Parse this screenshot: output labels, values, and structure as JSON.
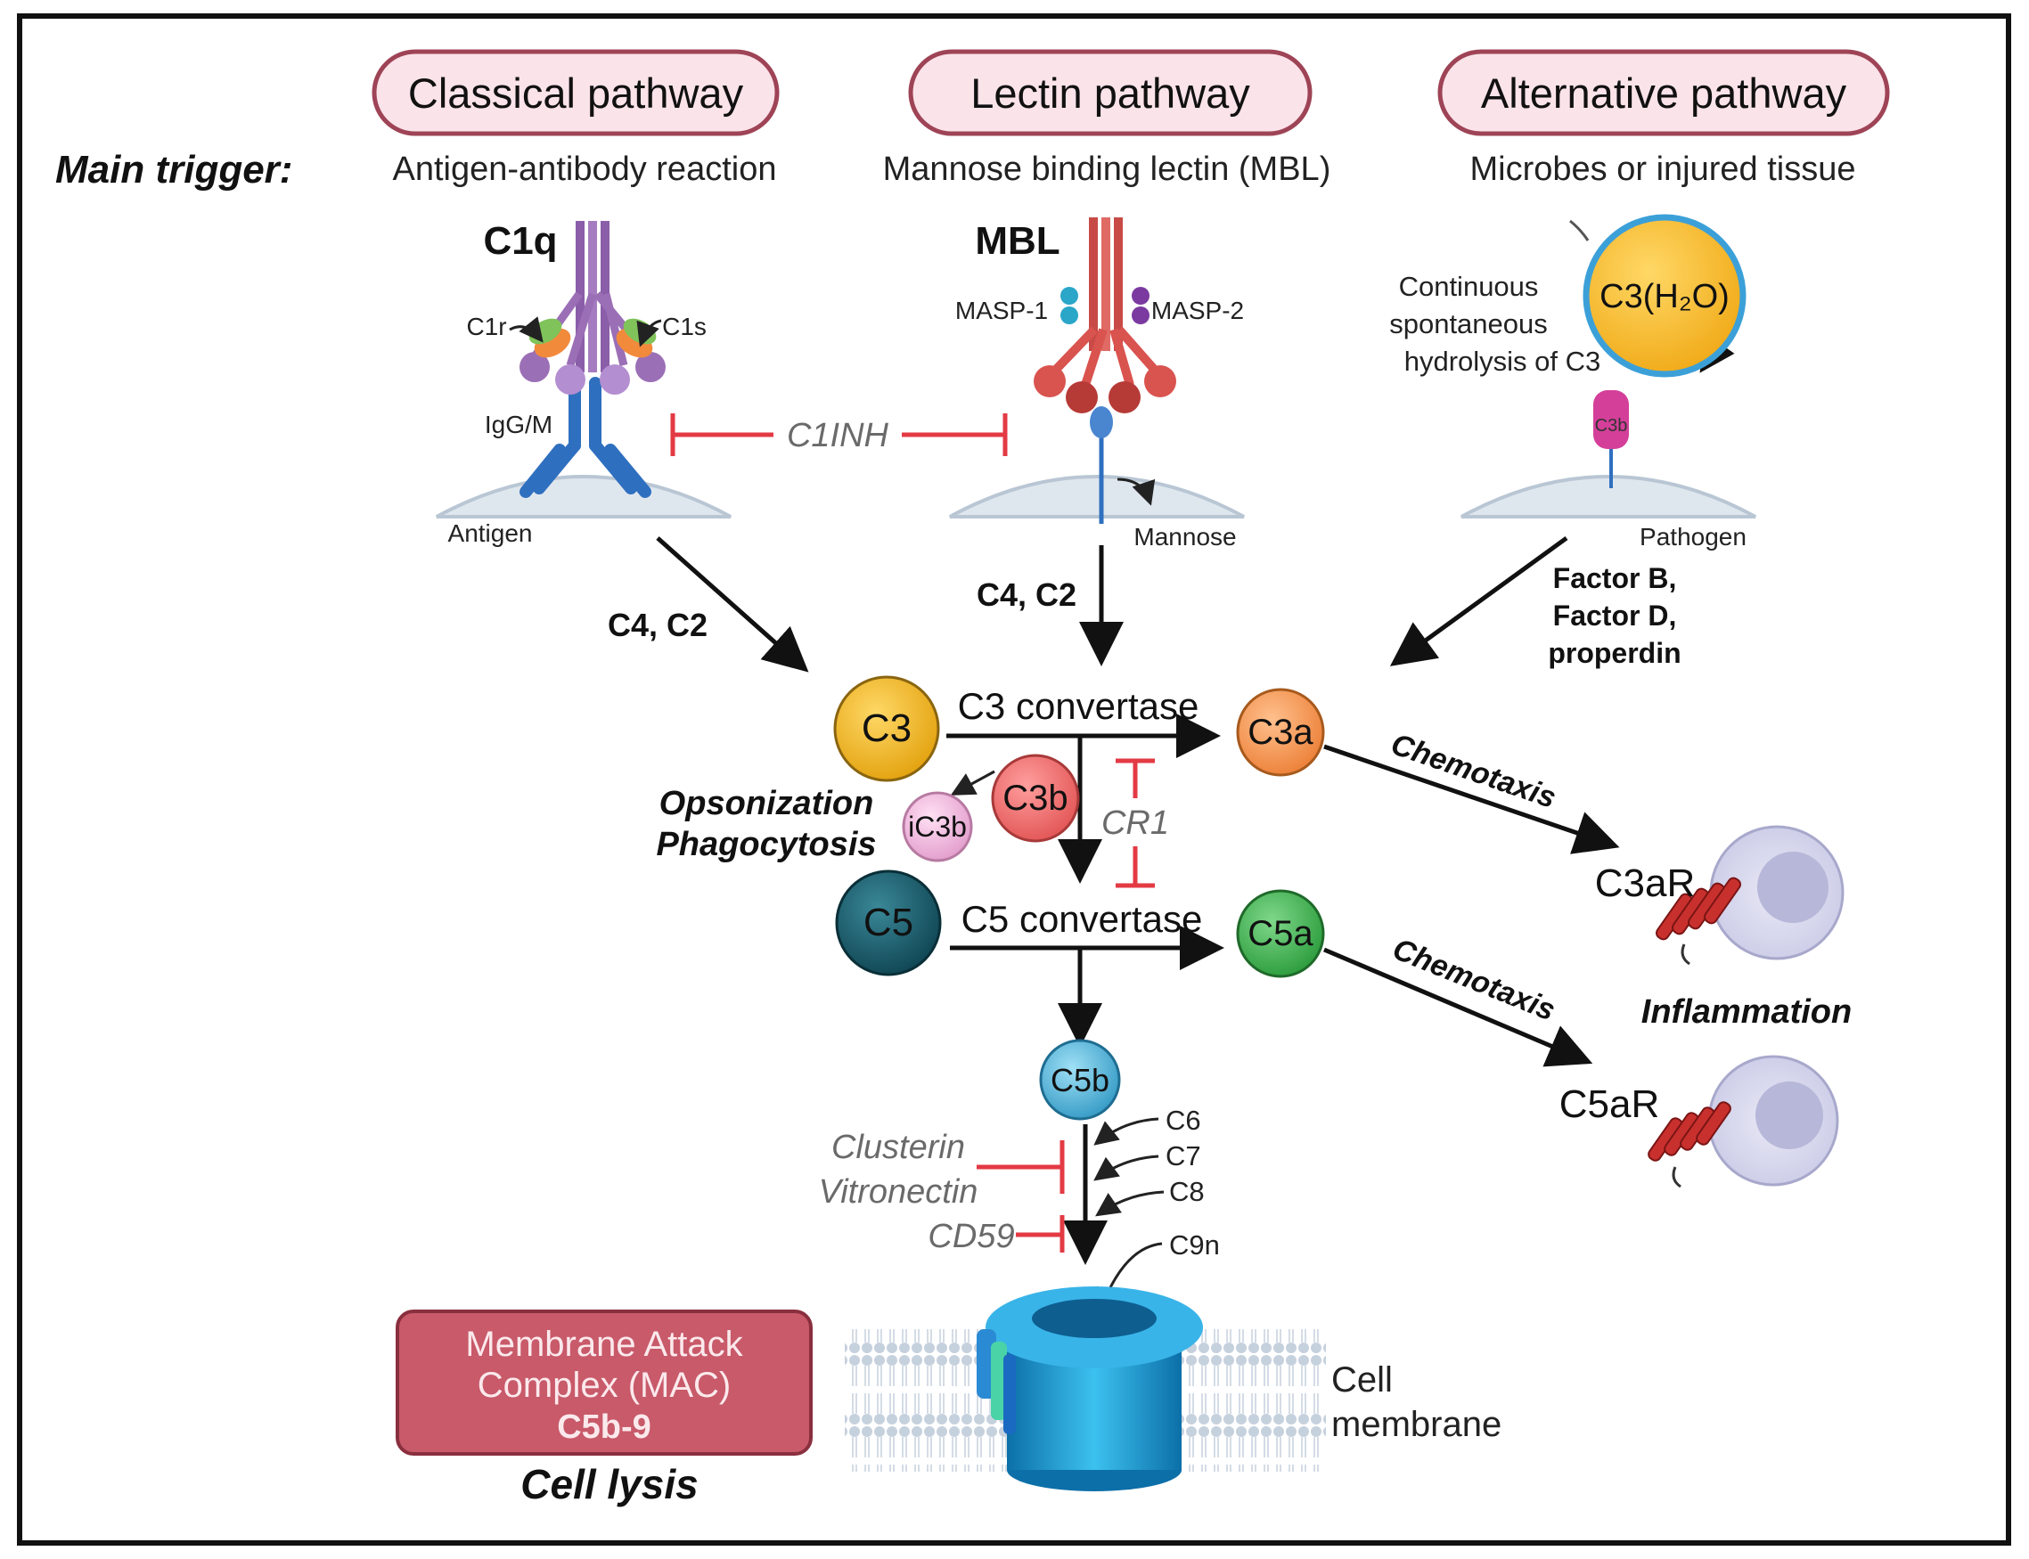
{
  "pathways": {
    "classical": {
      "title": "Classical pathway",
      "trigger": "Antigen-antibody reaction",
      "molecule": "C1q",
      "c1r": "C1r",
      "c1s": "C1s",
      "antibody": "IgG/M",
      "surface": "Antigen",
      "components": "C4, C2"
    },
    "lectin": {
      "title": "Lectin pathway",
      "trigger": "Mannose binding lectin (MBL)",
      "molecule": "MBL",
      "masp1": "MASP-1",
      "masp2": "MASP-2",
      "surface": "Mannose",
      "components": "C4, C2"
    },
    "alternative": {
      "title": "Alternative pathway",
      "trigger": "Microbes or injured tissue",
      "hydrolysis_line1": "Continuous",
      "hydrolysis_line2": "spontaneous",
      "hydrolysis_line3": "hydrolysis of C3",
      "c3h2o": "C3(H₂O)",
      "c3b_small": "C3b",
      "surface": "Pathogen",
      "factor1": "Factor B,",
      "factor2": "Factor D,",
      "factor3": "properdin"
    }
  },
  "main_trigger_label": "Main trigger:",
  "inhibitors": {
    "c1inh": "C1INH",
    "cr1": "CR1",
    "clusterin": "Clusterin",
    "vitronectin": "Vitronectin",
    "cd59": "CD59"
  },
  "nodes": {
    "c3": "C3",
    "c3_convertase": "C3 convertase",
    "c3a": "C3a",
    "c3b": "C3b",
    "ic3b": "iC3b",
    "c5": "C5",
    "c5_convertase": "C5 convertase",
    "c5a": "C5a",
    "c5b": "C5b",
    "c6": "C6",
    "c7": "C7",
    "c8": "C8",
    "c9n": "C9n"
  },
  "effects": {
    "opsonization": "Opsonization",
    "phagocytosis": "Phagocytosis",
    "chemotaxis1": "Chemotaxis",
    "chemotaxis2": "Chemotaxis",
    "c3ar": "C3aR",
    "c5ar": "C5aR",
    "inflammation": "Inflammation"
  },
  "mac": {
    "line1": "Membrane Attack",
    "line2": "Complex (MAC)",
    "line3": "C5b-9",
    "lysis": "Cell lysis",
    "membrane1": "Cell",
    "membrane2": "membrane"
  },
  "colors": {
    "pill_fill": "#fbe3ea",
    "pill_stroke": "#9e4456",
    "inhibitor": "#e33a44",
    "c3": "#f2b324",
    "c3a": "#f39a5a",
    "c3b": "#ef6b6b",
    "ic3b": "#f0b8dc",
    "c5": "#1b5f6e",
    "c5a": "#3aa84a",
    "c5b": "#4aa8d0",
    "mac_box": "#c85a6a",
    "c1q": "#9b6fb6",
    "mbl": "#d9534f",
    "pore": "#1f8fc9"
  }
}
